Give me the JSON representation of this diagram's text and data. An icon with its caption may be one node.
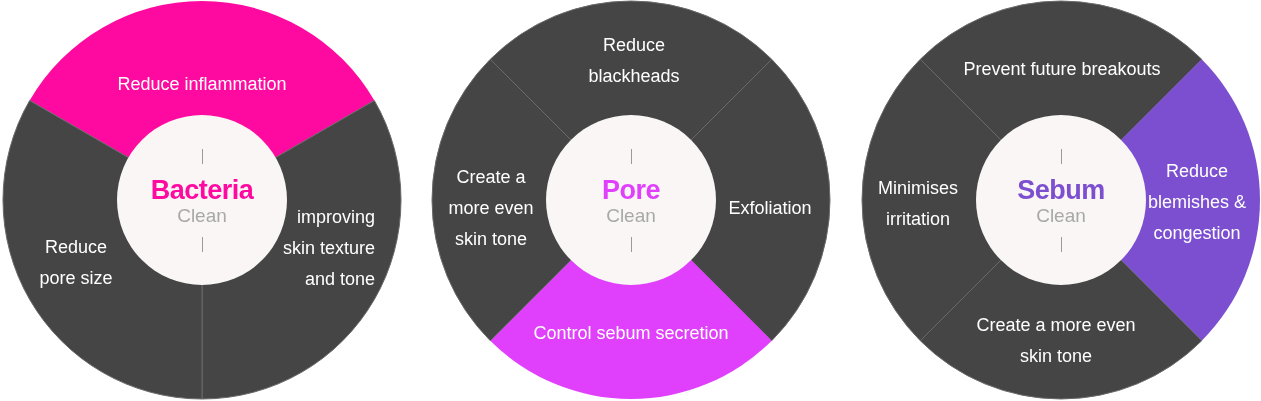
{
  "diagram": {
    "nodes": [
      {
        "text": [
          "Reduce inflammation"
        ]
      },
      {
        "text": [
          "improving skin texture and tone"
        ]
      },
      {
        "text": [
          "Reduce pore size"
        ]
      },
      {
        "text": [
          "Bacteria",
          "Clean"
        ]
      },
      {
        "text": [
          "Reduce blackheads"
        ]
      },
      {
        "text": [
          "Exfoliation"
        ]
      },
      {
        "text": [
          "Control sebum secretion"
        ]
      },
      {
        "text": [
          "Create a more even skin tone"
        ]
      },
      {
        "text": [
          "Pore",
          "Clean"
        ]
      },
      {
        "text": [
          "Prevent future breakouts"
        ]
      },
      {
        "text": [
          "Reduce blemishes & congestion"
        ]
      },
      {
        "text": [
          "Create a more even skin tone"
        ]
      },
      {
        "text": [
          "Minimises irritation"
        ]
      },
      {
        "text": [
          "Sebum",
          "Clean"
        ]
      }
    ]
  }
}
